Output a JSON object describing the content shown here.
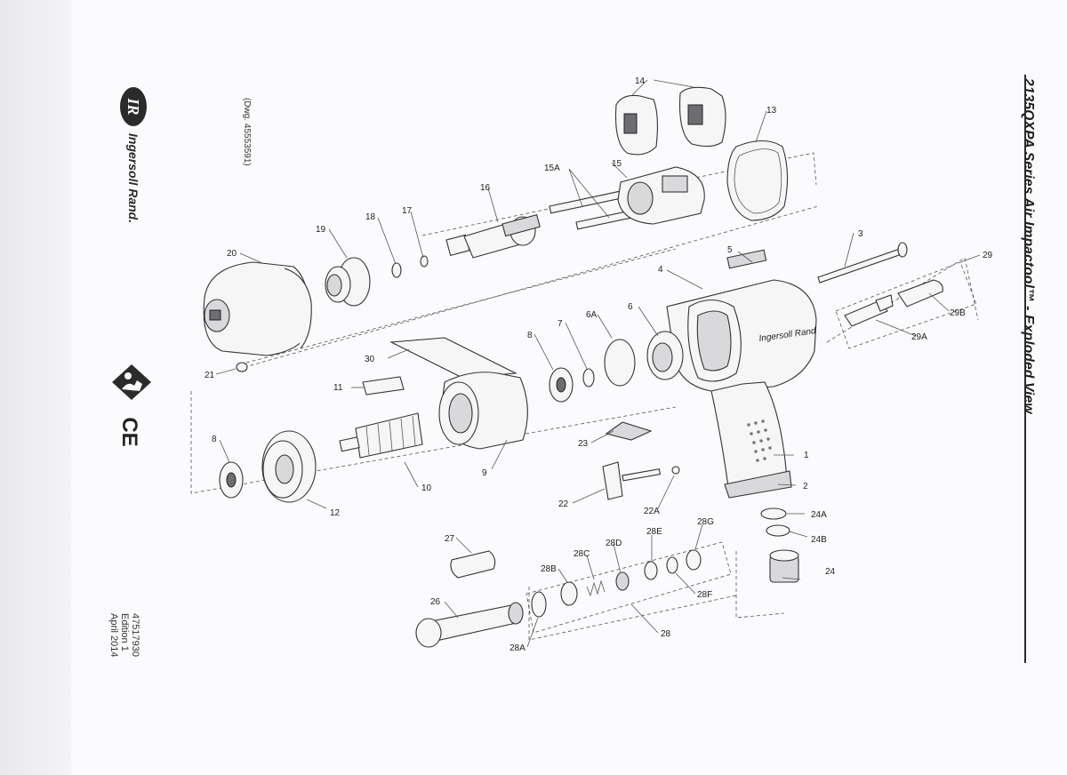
{
  "title": "2135QXPA Series Air Impactool™ - Exploded View",
  "brand": "Ingersoll Rand.",
  "logo_text": "IR",
  "drawing_number": "(Dwg. 45553591)",
  "document": {
    "number": "47517930",
    "edition": "Edition 1",
    "date": "April 2014"
  },
  "ce_mark": "CE",
  "tool_housing_marking": "Ingersoll Rand",
  "icons": [
    "ir-logo-icon",
    "read-manual-icon",
    "ce-mark-icon"
  ],
  "callouts": [
    "1",
    "2",
    "3",
    "4",
    "5",
    "6",
    "6A",
    "7",
    "8",
    "8",
    "9",
    "10",
    "11",
    "12",
    "13",
    "14",
    "15",
    "15A",
    "16",
    "17",
    "18",
    "19",
    "20",
    "21",
    "22",
    "22A",
    "23",
    "24",
    "24A",
    "24B",
    "26",
    "27",
    "28",
    "28A",
    "28B",
    "28C",
    "28D",
    "28E",
    "28F",
    "28G",
    "29",
    "29A",
    "29B",
    "30"
  ]
}
